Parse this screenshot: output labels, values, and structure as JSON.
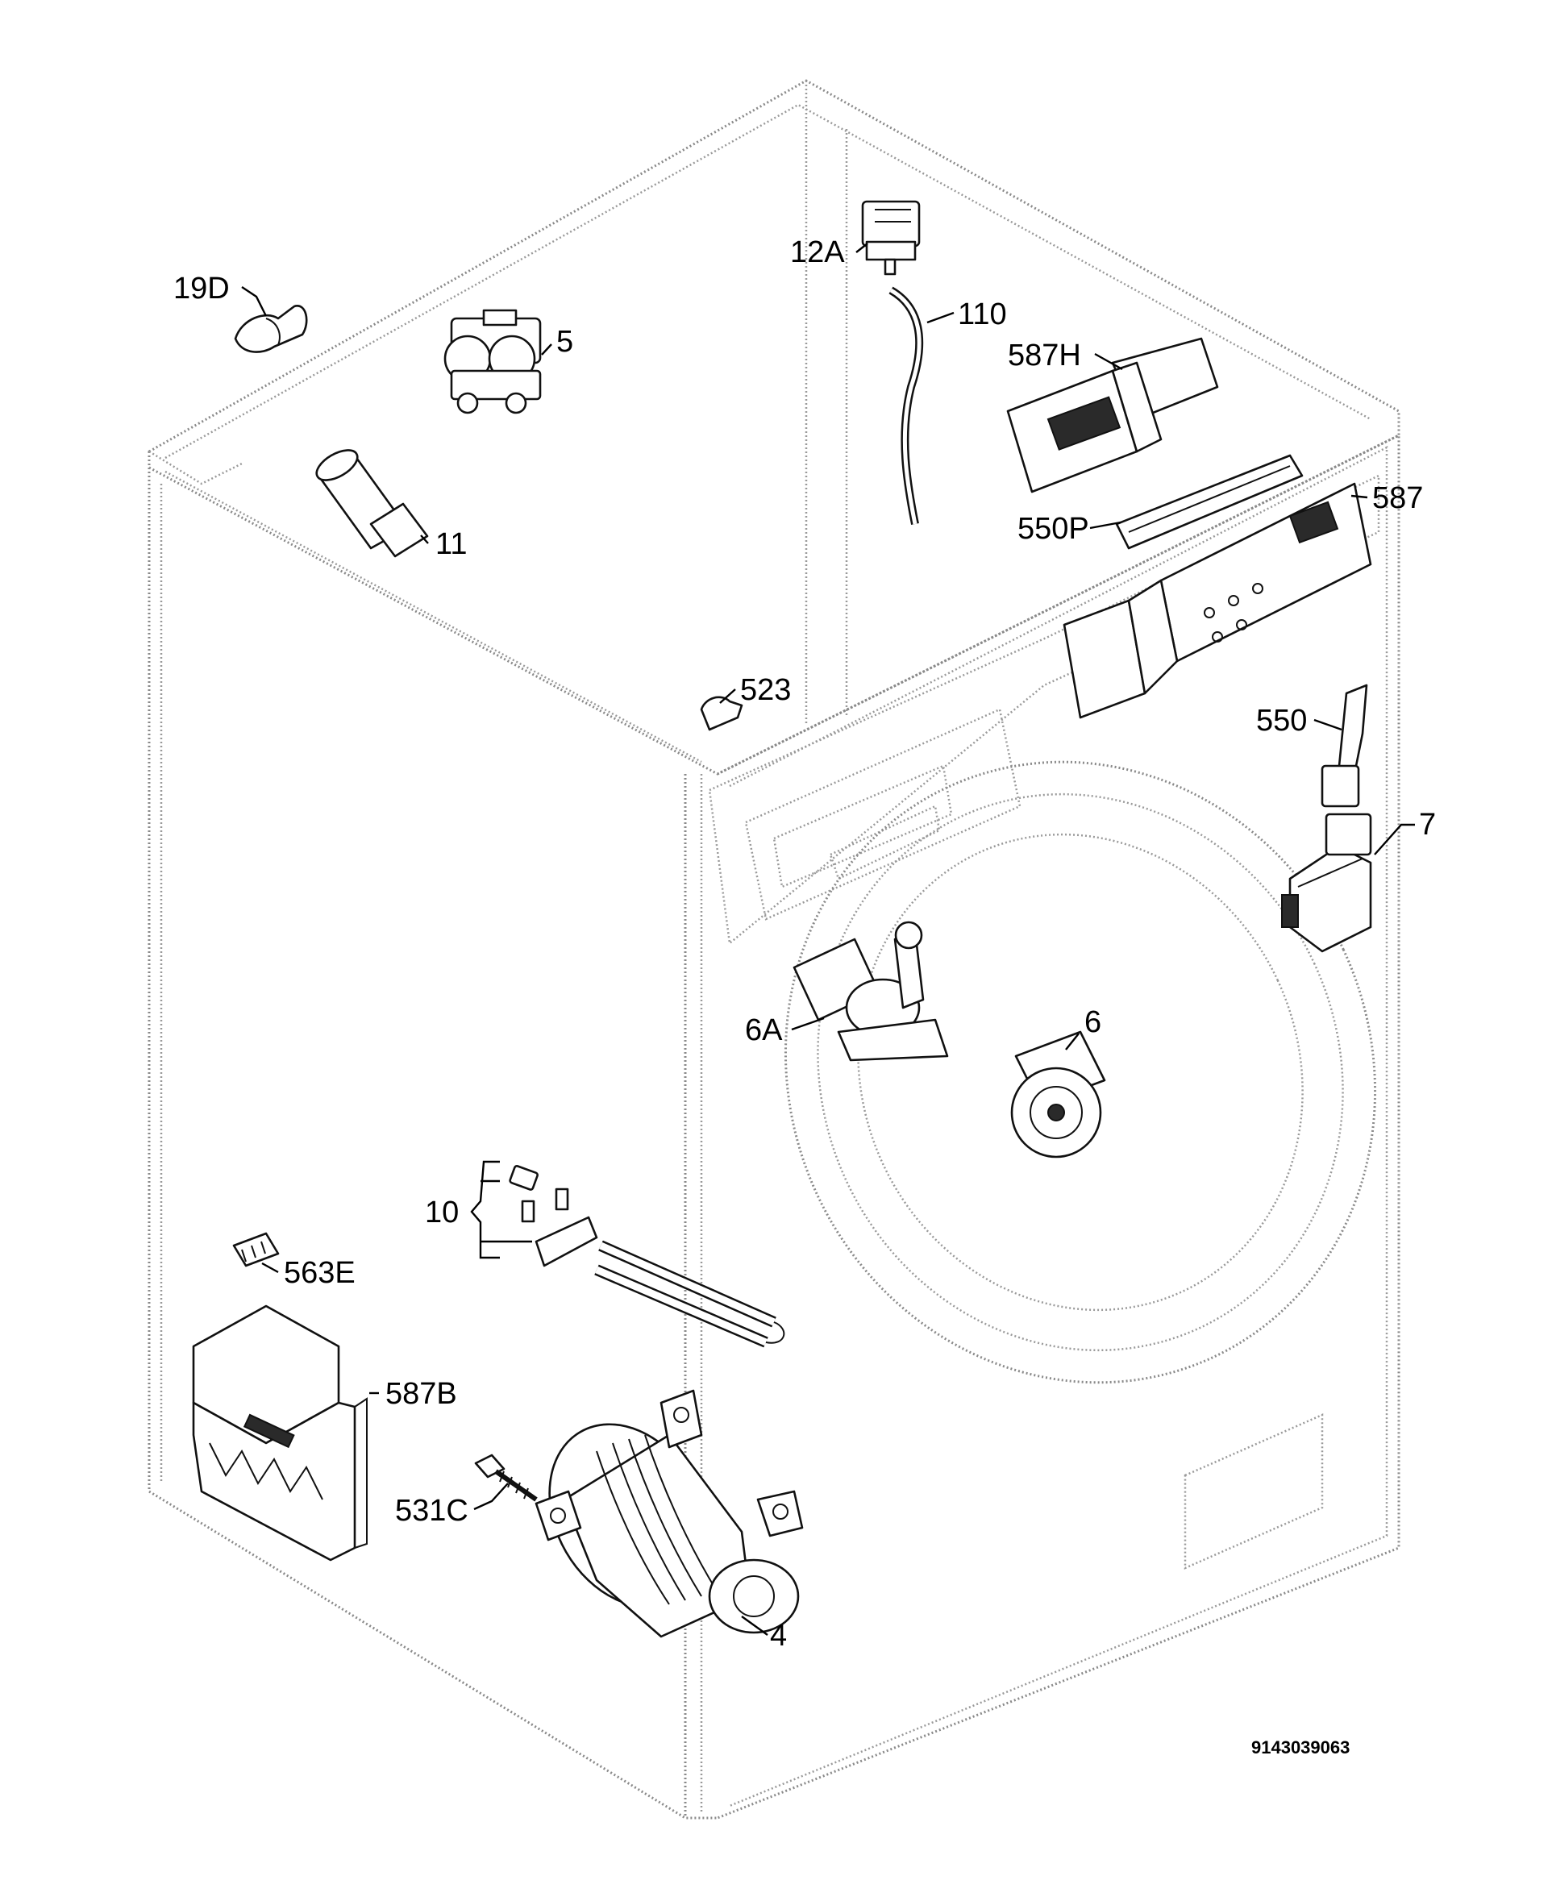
{
  "document_code": "9143039063",
  "callouts": [
    {
      "key": "p19D",
      "label": "19D"
    },
    {
      "key": "p5",
      "label": "5"
    },
    {
      "key": "p11",
      "label": "11"
    },
    {
      "key": "p12A",
      "label": "12A"
    },
    {
      "key": "p110",
      "label": "110"
    },
    {
      "key": "p587H",
      "label": "587H"
    },
    {
      "key": "p587",
      "label": "587"
    },
    {
      "key": "p550P",
      "label": "550P"
    },
    {
      "key": "p523",
      "label": "523"
    },
    {
      "key": "p550",
      "label": "550"
    },
    {
      "key": "p7",
      "label": "7"
    },
    {
      "key": "p6A",
      "label": "6A"
    },
    {
      "key": "p6",
      "label": "6"
    },
    {
      "key": "p10",
      "label": "10"
    },
    {
      "key": "p563E",
      "label": "563E"
    },
    {
      "key": "p587B",
      "label": "587B"
    },
    {
      "key": "p531C",
      "label": "531C"
    },
    {
      "key": "p4",
      "label": "4"
    }
  ]
}
